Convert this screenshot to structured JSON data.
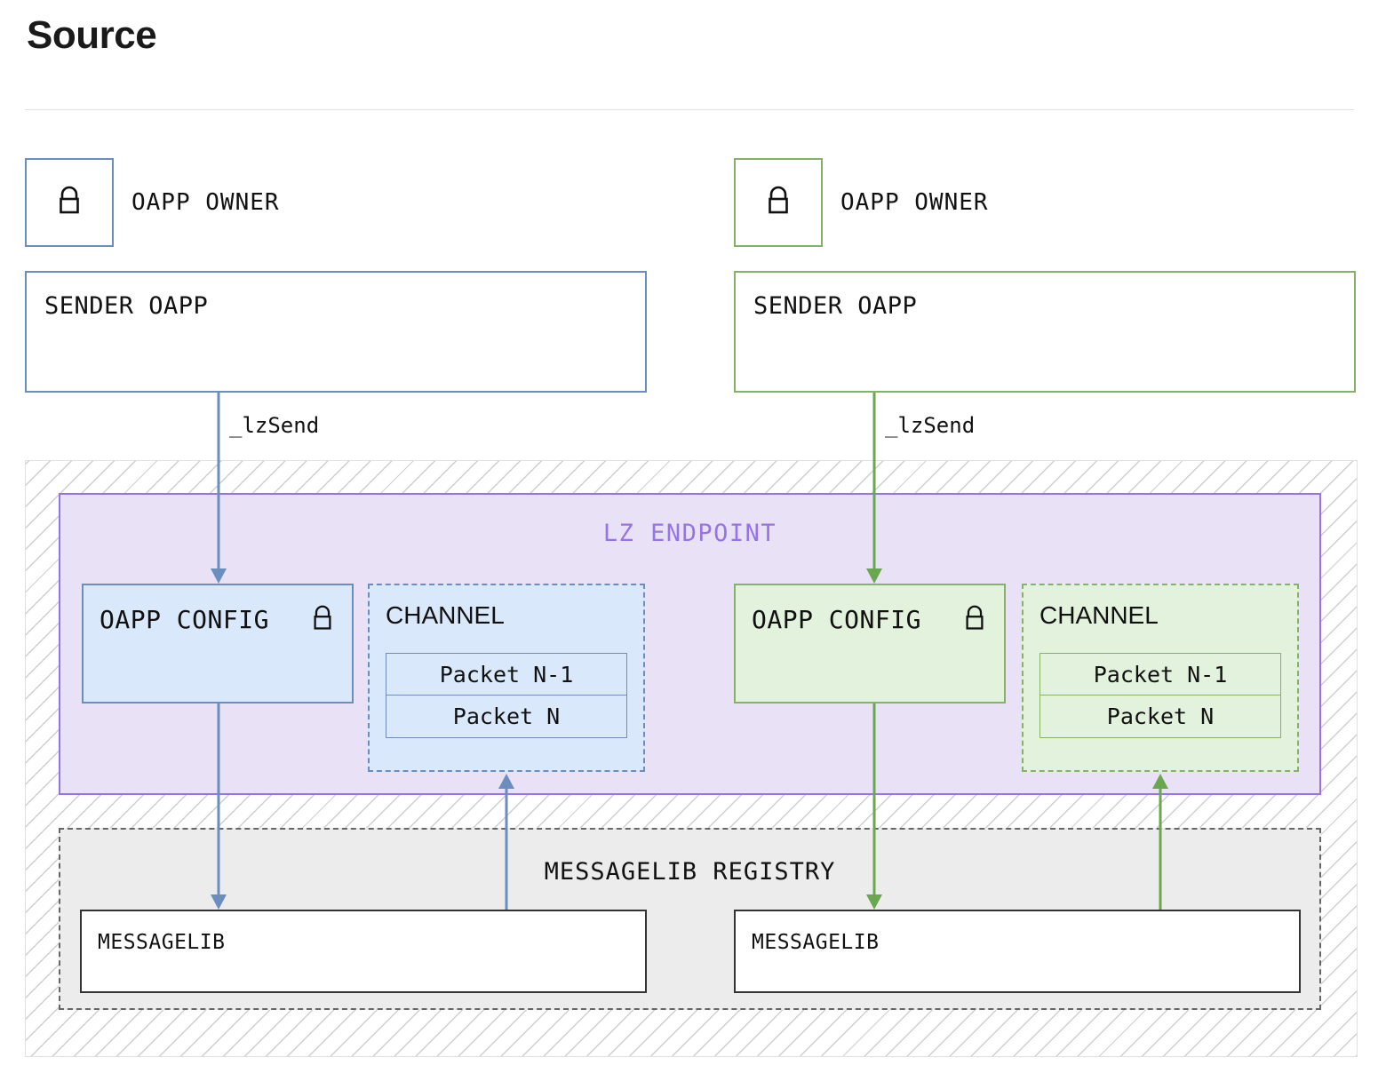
{
  "page": {
    "title": "Source"
  },
  "colors": {
    "blue_fill": "#dae8fc",
    "blue_stroke": "#6c8ebf",
    "green_fill": "#e3f2dd",
    "green_stroke": "#82b366",
    "purple_fill": "#e9e2f7",
    "purple_stroke": "#9673e6",
    "gray_fill": "#ececec",
    "gray_stroke": "#666666",
    "dark_stroke": "#333333"
  },
  "endpoint": {
    "label": "LZ ENDPOINT"
  },
  "registry": {
    "label": "MESSAGELIB REGISTRY"
  },
  "columns": [
    {
      "side": "left",
      "accent": "blue",
      "owner_label": "OAPP OWNER",
      "owner_icon": "lock-icon",
      "sender_label": "SENDER OAPP",
      "send_arrow_label": "_lzSend",
      "config_label": "OAPP CONFIG",
      "config_icon": "lock-icon",
      "channel_label": "CHANNEL",
      "packets": [
        "Packet N-1",
        "Packet N"
      ],
      "messagelib_label": "MESSAGELIB"
    },
    {
      "side": "right",
      "accent": "green",
      "owner_label": "OAPP OWNER",
      "owner_icon": "lock-icon",
      "sender_label": "SENDER OAPP",
      "send_arrow_label": "_lzSend",
      "config_label": "OAPP CONFIG",
      "config_icon": "lock-icon",
      "channel_label": "CHANNEL",
      "packets": [
        "Packet N-1",
        "Packet N"
      ],
      "messagelib_label": "MESSAGELIB"
    }
  ]
}
